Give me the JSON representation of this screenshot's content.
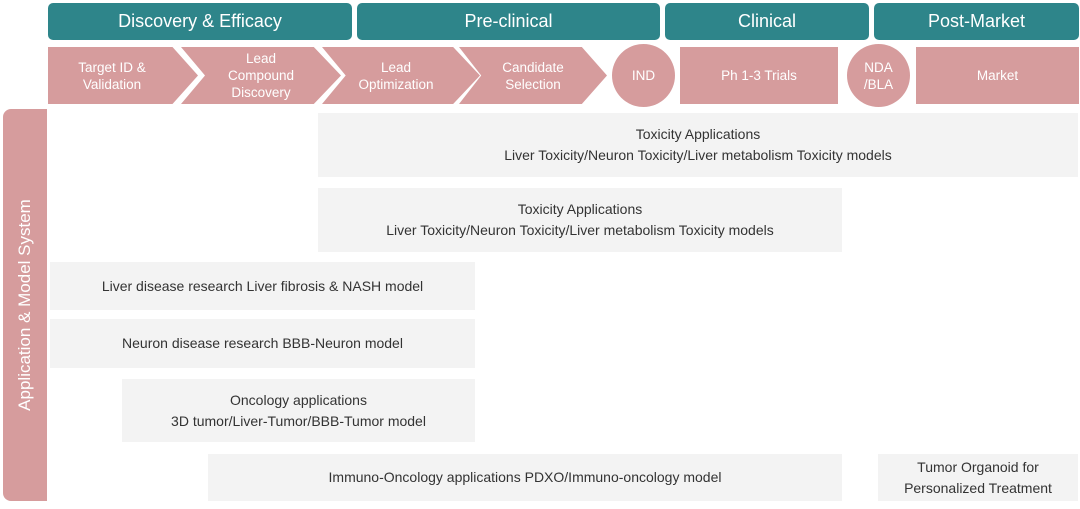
{
  "phases": {
    "discovery": "Discovery & Efficacy",
    "preclinical": "Pre-clinical",
    "clinical": "Clinical",
    "postmarket": "Post-Market"
  },
  "steps": {
    "target": [
      "Target ID &",
      "Validation"
    ],
    "lead_discovery": [
      "Lead",
      "Compound",
      "Discovery"
    ],
    "lead_opt": [
      "Lead",
      "Optimization"
    ],
    "candidate": [
      "Candidate",
      "Selection"
    ],
    "ind": "IND",
    "trials": "Ph 1-3 Trials",
    "nda": [
      "NDA",
      "/BLA"
    ],
    "market": "Market"
  },
  "side_label": "Application & Model System",
  "applications": {
    "tox1": [
      "Toxicity Applications",
      "Liver Toxicity/Neuron Toxicity/Liver metabolism Toxicity models"
    ],
    "tox2": [
      "Toxicity Applications",
      "Liver Toxicity/Neuron Toxicity/Liver metabolism Toxicity models"
    ],
    "liver": "Liver disease research Liver fibrosis & NASH model",
    "neuron": "Neuron disease research BBB-Neuron model",
    "oncology": [
      "Oncology applications",
      "3D tumor/Liver-Tumor/BBB-Tumor model"
    ],
    "immuno": "Immuno-Oncology applications PDXO/Immuno-oncology model",
    "organoid": [
      "Tumor Organoid for",
      "Personalized Treatment"
    ]
  },
  "colors": {
    "phase_header": "#2e858a",
    "step": "#d69c9d",
    "box": "#f3f3f3"
  }
}
